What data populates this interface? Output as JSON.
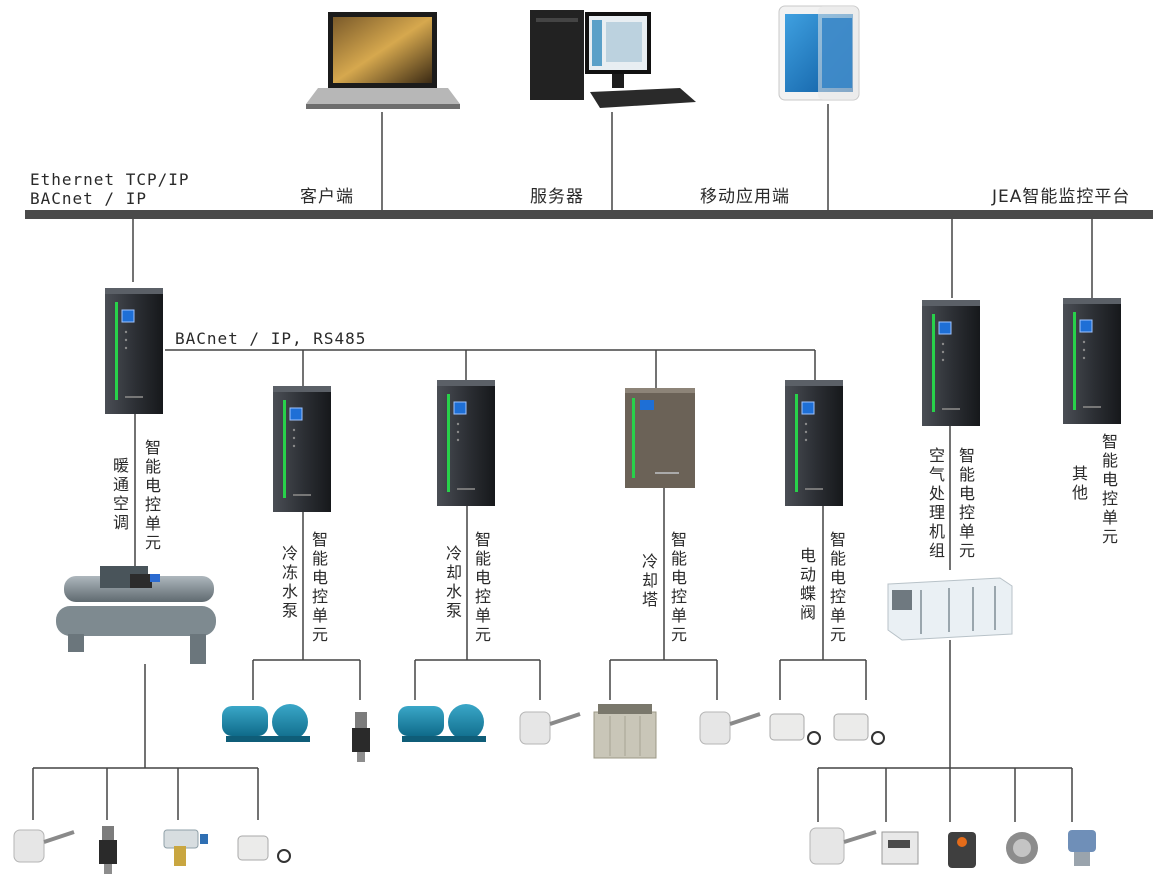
{
  "network": {
    "protocol_line1": "Ethernet TCP/IP",
    "protocol_line2": "BACnet / IP",
    "sub_bus": "BACnet / IP, RS485"
  },
  "clients": [
    {
      "label": "客户端",
      "icon": "laptop-icon"
    },
    {
      "label": "服务器",
      "icon": "desktop-computer-icon"
    },
    {
      "label": "移动应用端",
      "icon": "tablet-icon"
    }
  ],
  "platform": "JEA智能监控平台",
  "controller_label": "智能电控单元",
  "units": [
    {
      "name": "暖通空调"
    },
    {
      "name": "冷冻水泵"
    },
    {
      "name": "冷却水泵"
    },
    {
      "name": "冷却塔"
    },
    {
      "name": "电动蝶阀"
    },
    {
      "name": "空气处理机组"
    },
    {
      "name": "其他"
    }
  ]
}
